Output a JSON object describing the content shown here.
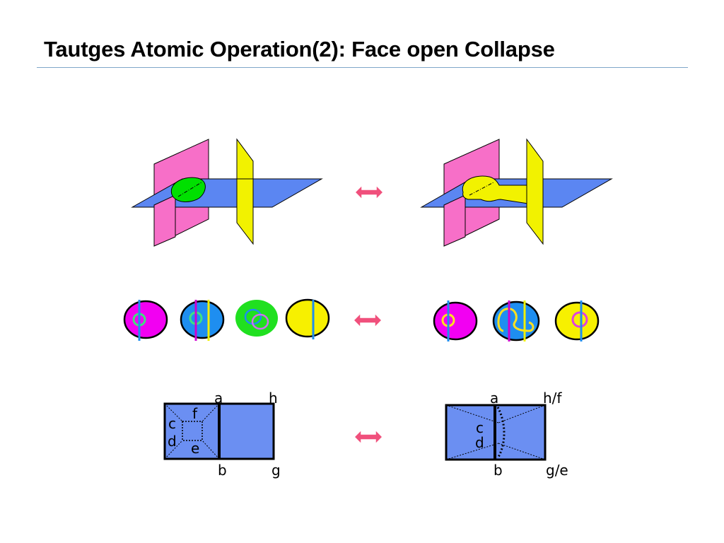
{
  "slide": {
    "title": "Tautges Atomic Operation(2): Face open Collapse"
  },
  "colors": {
    "magenta_plane": "#f76fc8",
    "blue_plane": "#5b86f2",
    "yellow_plane": "#f2f200",
    "green_region": "#00e000",
    "arrow": "#f0507c",
    "face_fill": "#6b8ff2",
    "disc_magenta": "#f200f2",
    "disc_blue": "#1e8ef0",
    "disc_green": "#20e020",
    "disc_yellow": "#f7f000",
    "ring_green": "#40e080",
    "ring_yellow": "#ffe020",
    "line_blue": "#1e8ef0",
    "line_magenta": "#d000d0",
    "line_yellow": "#f0f000"
  },
  "labels": {
    "left": {
      "a": "a",
      "h": "h",
      "b": "b",
      "g": "g",
      "c": "c",
      "d": "d",
      "e": "e",
      "f": "f"
    },
    "right": {
      "a": "a",
      "hf": "h/f",
      "b": "b",
      "ge": "g/e",
      "c": "c",
      "d": "d"
    }
  }
}
